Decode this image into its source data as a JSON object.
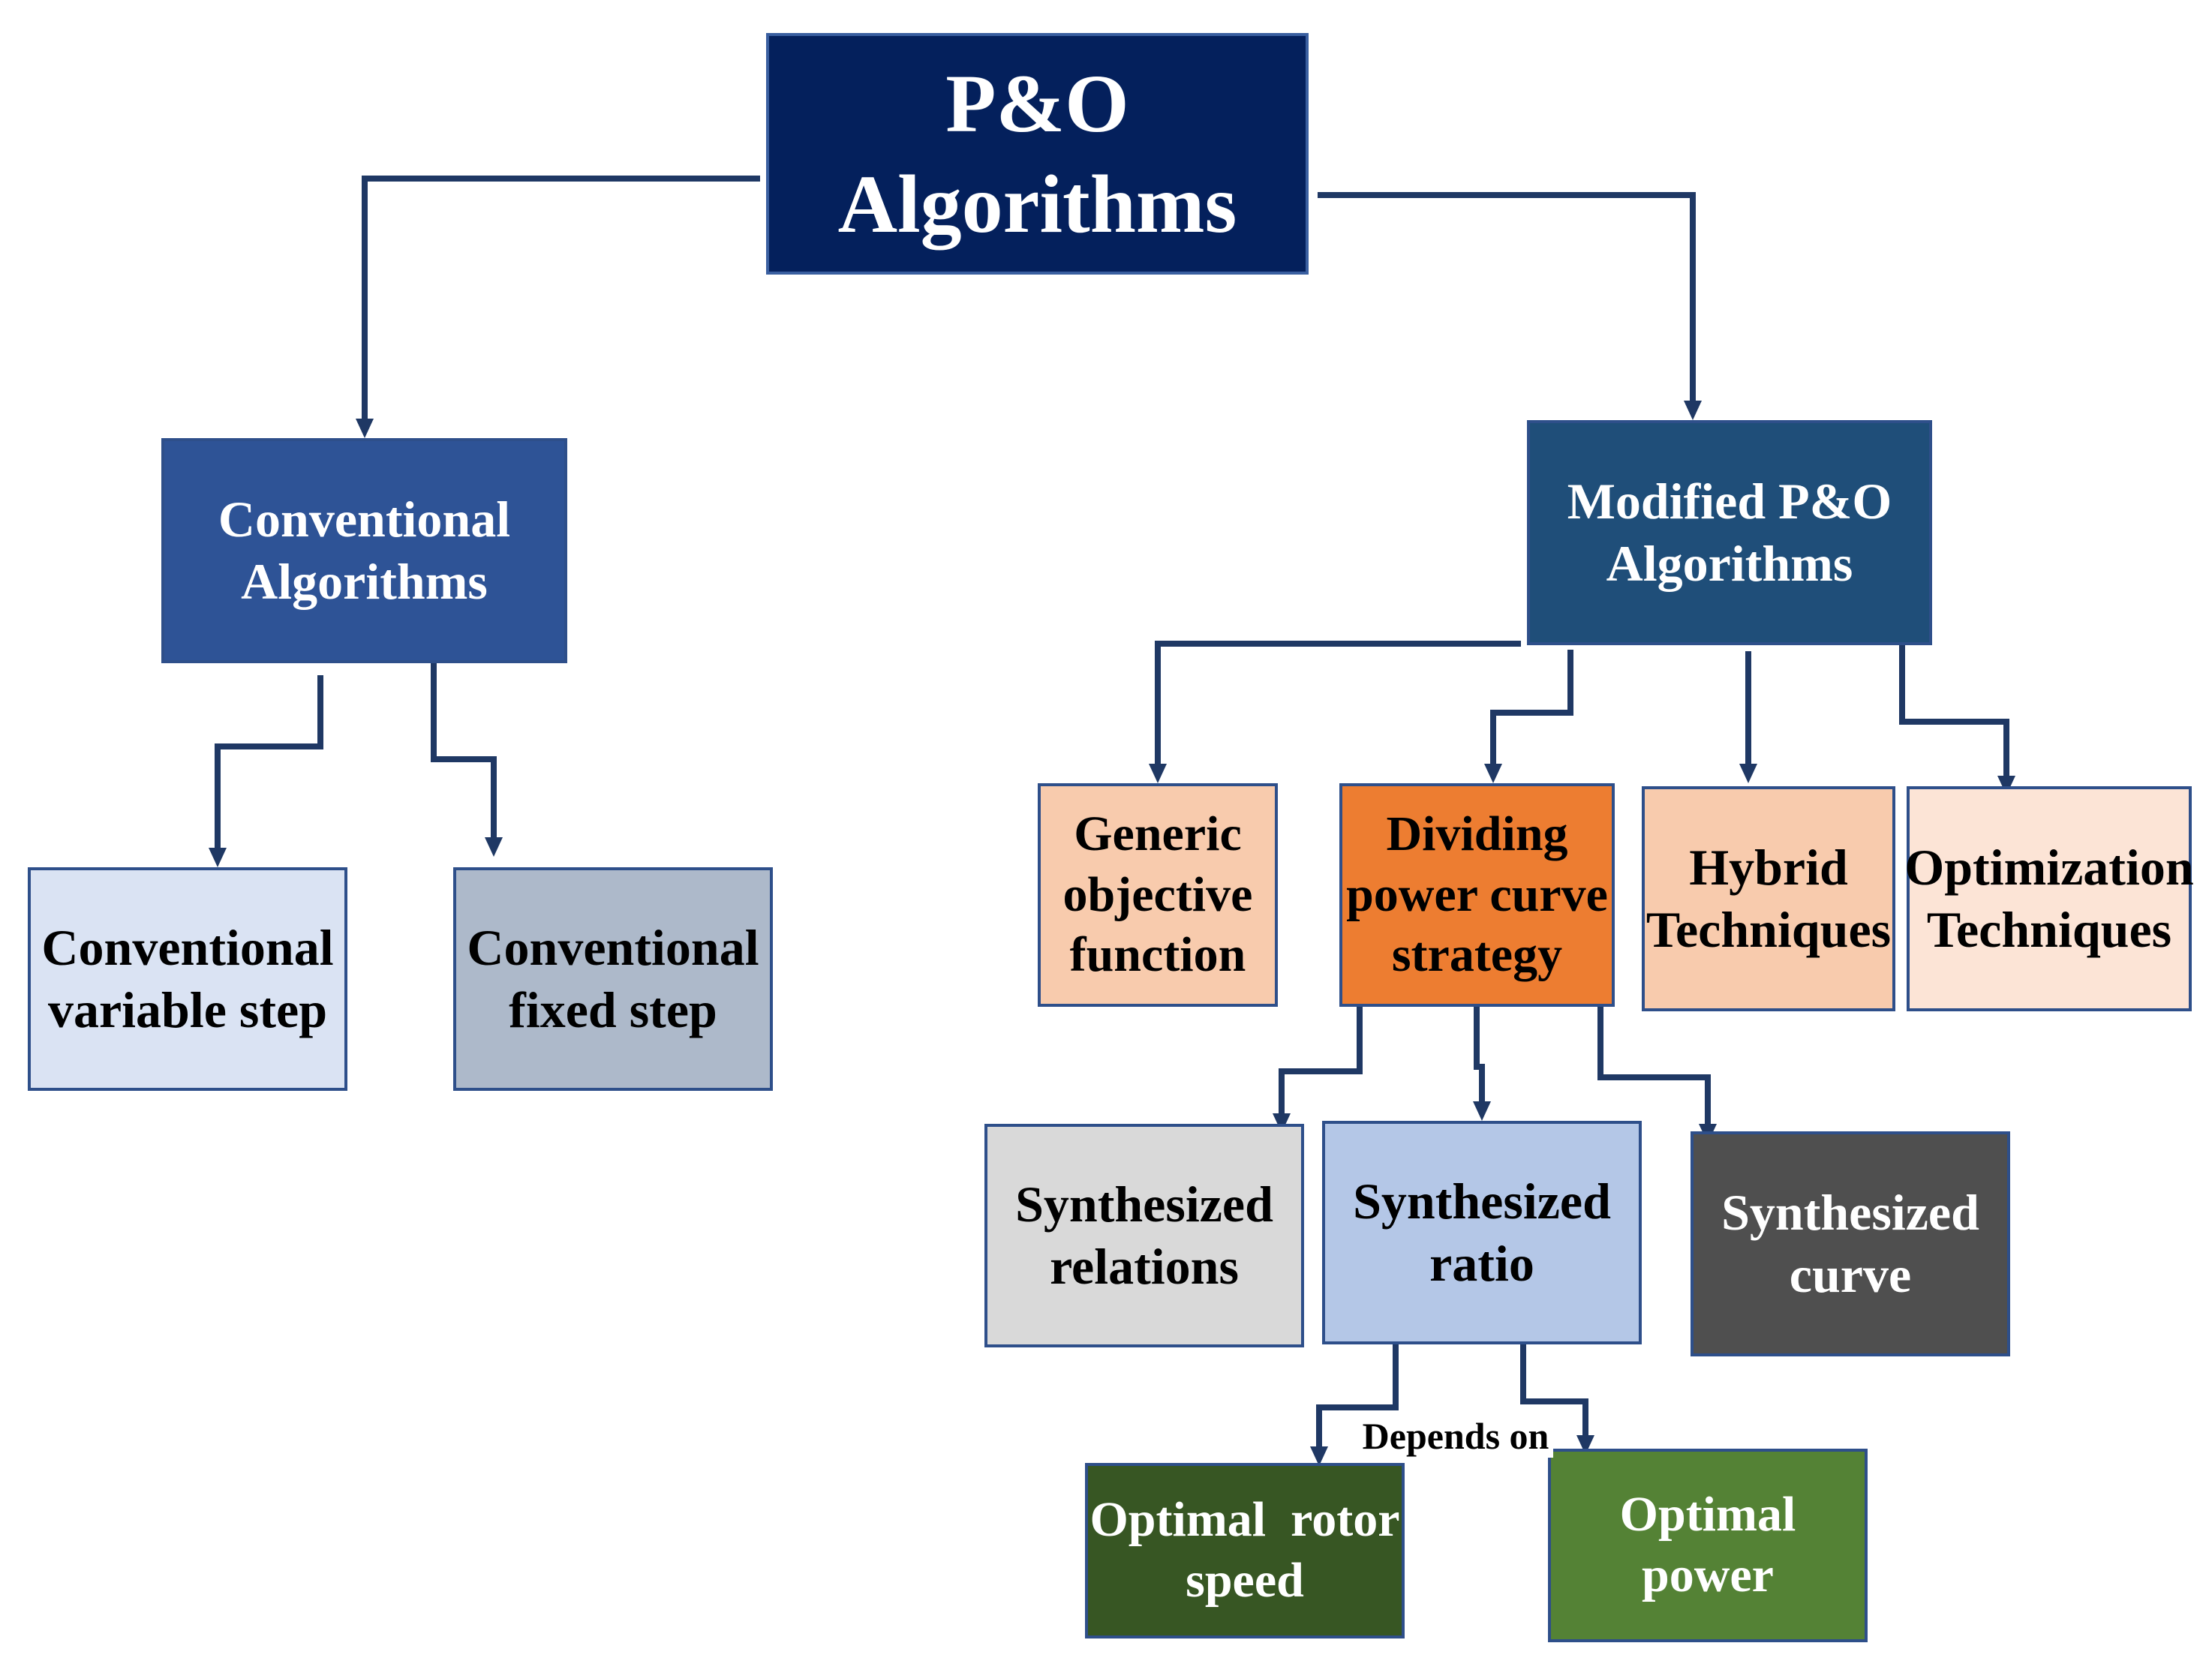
{
  "diagram": {
    "colors": {
      "connector": "#1f3864",
      "root_fill": "#04205c",
      "conventional_fill": "#2e5396",
      "modified_fill": "#1f4e79",
      "conventional_variable_fill": "#dae3f3",
      "conventional_fixed_fill": "#adb9ca",
      "generic_fill": "#f8cbad",
      "dividing_fill": "#ed7d31",
      "hybrid_fill": "#f8cbad",
      "optimization_fill": "#fce4d6",
      "relations_fill": "#d9d9d9",
      "ratio_fill": "#b4c7e7",
      "curve_fill": "#4f4f4f",
      "rotor_speed_fill": "#375623",
      "power_fill": "#548235"
    },
    "nodes": {
      "root": {
        "lines": [
          "P&O Algorithms"
        ]
      },
      "conventional": {
        "lines": [
          "Conventional",
          "Algorithms"
        ]
      },
      "modified": {
        "lines": [
          "Modified P&O",
          "Algorithms"
        ]
      },
      "conventional_variable": {
        "lines": [
          "Conventional",
          "variable step"
        ]
      },
      "conventional_fixed": {
        "lines": [
          "Conventional",
          "fixed step"
        ]
      },
      "generic": {
        "lines": [
          "Generic",
          "objective",
          "function"
        ]
      },
      "dividing": {
        "lines": [
          "Dividing",
          "power curve",
          "strategy"
        ]
      },
      "hybrid": {
        "lines": [
          "Hybrid",
          "Techniques"
        ]
      },
      "optimization": {
        "lines": [
          "Optimization",
          "Techniques"
        ]
      },
      "relations": {
        "lines": [
          "Synthesized",
          "relations"
        ]
      },
      "ratio": {
        "lines": [
          "Synthesized",
          "ratio"
        ]
      },
      "curve": {
        "lines": [
          "Synthesized",
          "curve"
        ]
      },
      "rotor_speed": {
        "lines": [
          "Optimal  rotor",
          "speed"
        ]
      },
      "power": {
        "lines": [
          "Optimal power"
        ]
      }
    },
    "edge_label": "Depends on"
  }
}
